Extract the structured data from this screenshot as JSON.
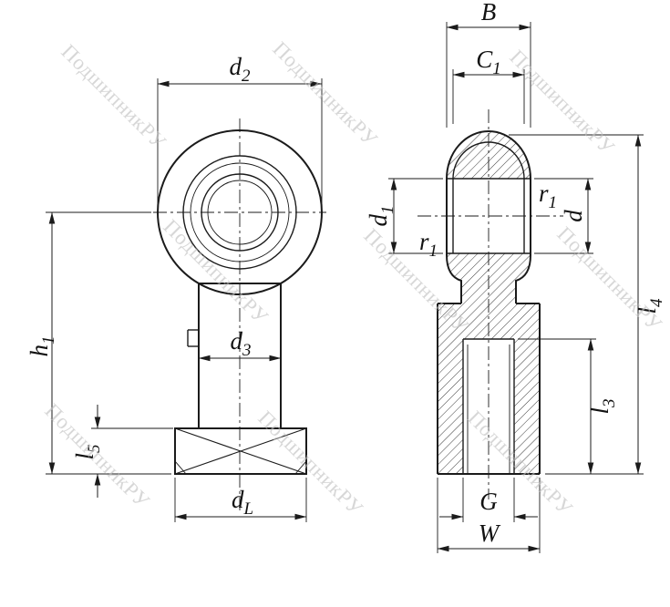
{
  "watermark": {
    "text": "ПодшипникРУ",
    "color": "#bfbfbf"
  },
  "drawing": {
    "line_color": "#1b1b1b",
    "background": "#ffffff"
  },
  "left_view": {
    "name": "rod-end-front-view",
    "labels": {
      "d2": {
        "base": "d",
        "sub": "2"
      },
      "d3": {
        "base": "d",
        "sub": "3"
      },
      "h1": {
        "base": "h",
        "sub": "1"
      },
      "l5": {
        "base": "l",
        "sub": "5"
      },
      "dL": {
        "base": "d",
        "sub": "L"
      }
    }
  },
  "right_view": {
    "name": "rod-end-section-view",
    "labels": {
      "B": {
        "base": "B",
        "sub": ""
      },
      "C1": {
        "base": "C",
        "sub": "1"
      },
      "d1": {
        "base": "d",
        "sub": "1"
      },
      "r1_top": {
        "base": "r",
        "sub": "1"
      },
      "r1_bottom": {
        "base": "r",
        "sub": "1"
      },
      "d": {
        "base": "d",
        "sub": ""
      },
      "l4": {
        "base": "l",
        "sub": "4"
      },
      "l3": {
        "base": "l",
        "sub": "3"
      },
      "G": {
        "base": "G",
        "sub": ""
      },
      "W": {
        "base": "W",
        "sub": ""
      }
    }
  }
}
